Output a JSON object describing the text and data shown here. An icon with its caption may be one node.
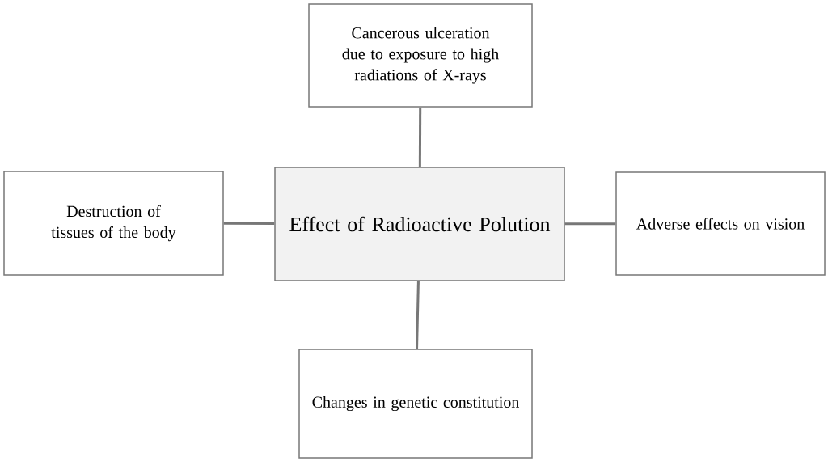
{
  "diagram": {
    "nodes": [
      {
        "text": [
          "Cancerous ulceration due to exposure to high radiations of X-rays"
        ]
      },
      {
        "text": [
          "Destruction of tissues of the body"
        ]
      },
      {
        "text": [
          "Effect of Radioactive Polution"
        ]
      },
      {
        "text": [
          "Adverse effects on vision"
        ]
      },
      {
        "text": [
          "Changes in genetic constitution"
        ]
      }
    ],
    "edges": [
      {
        "from": 2,
        "to": 0,
        "arrow": "none"
      },
      {
        "from": 2,
        "to": 1,
        "arrow": "none"
      },
      {
        "from": 2,
        "to": 3,
        "arrow": "none"
      },
      {
        "from": 2,
        "to": 4,
        "arrow": "none"
      }
    ]
  }
}
